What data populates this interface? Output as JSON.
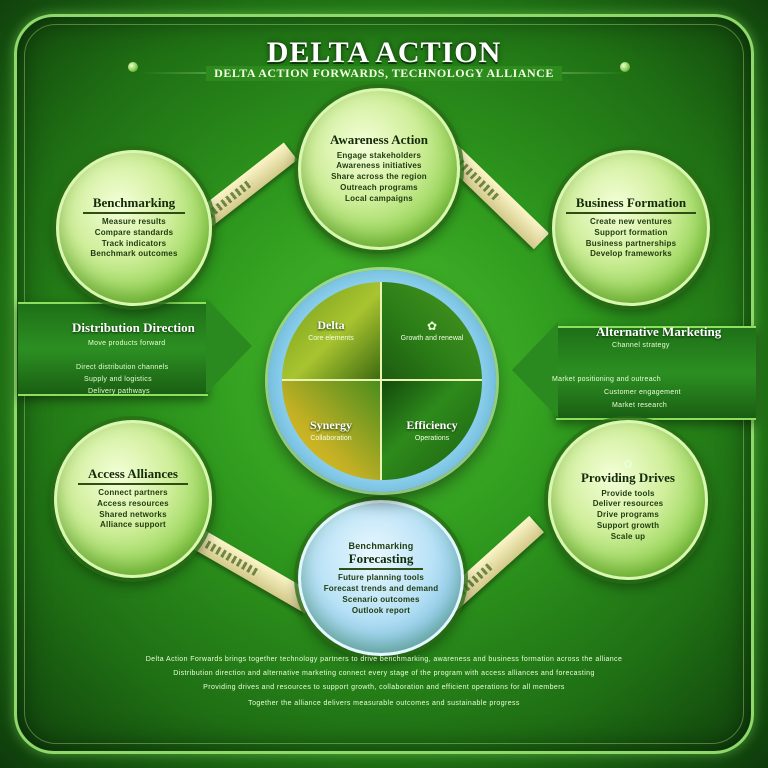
{
  "header": {
    "title": "DELTA ACTION",
    "subtitle": "DELTA ACTION FORWARDS, TECHNOLOGY ALLIANCE"
  },
  "nodes": {
    "top": {
      "title": "Awareness Action",
      "lines": [
        "Engage stakeholders",
        "Awareness initiatives",
        "Share across the region",
        "Outreach programs",
        "Local campaigns"
      ]
    },
    "top_left": {
      "title": "Benchmarking",
      "lines": [
        "Measure results",
        "Compare standards",
        "Track indicators",
        "Benchmark outcomes"
      ]
    },
    "top_right": {
      "title": "Business Formation",
      "lines": [
        "Create new ventures",
        "Support formation",
        "Business partnerships",
        "Develop frameworks"
      ]
    },
    "bottom_left": {
      "title": "Access Alliances",
      "lines": [
        "Connect partners",
        "Access resources",
        "Shared networks",
        "Alliance support"
      ]
    },
    "bottom_right": {
      "title": "Providing Drives",
      "lines": [
        "Provide tools",
        "Deliver resources",
        "Drive programs",
        "Support growth",
        "Scale up"
      ]
    },
    "bottom": {
      "title": "Benchmarking",
      "subtitle": "Forecasting",
      "lines": [
        "Future planning tools",
        "Forecast trends and demand",
        "Scenario outcomes",
        "Outlook report"
      ]
    }
  },
  "bands": {
    "left": {
      "title": "Distribution Direction",
      "lines": [
        "Move products forward",
        "Direct distribution channels",
        "Supply and logistics",
        "Delivery pathways"
      ]
    },
    "right": {
      "title": "Alternative Marketing",
      "lines": [
        "Channel strategy",
        "Market positioning and outreach",
        "Customer engagement",
        "Market research"
      ]
    }
  },
  "hub": {
    "q1": {
      "title": "Delta",
      "line": "Core elements"
    },
    "q2": {
      "title": "",
      "line": "Growth and renewal"
    },
    "q3": {
      "title": "Synergy",
      "line": "Collaboration"
    },
    "q4": {
      "title": "Efficiency",
      "line": "Operations"
    }
  },
  "footer": {
    "lines": [
      "Delta Action Forwards brings together technology partners to drive benchmarking, awareness and business formation across the alliance",
      "Distribution direction and alternative marketing connect every stage of the program with access alliances and forecasting",
      "Providing drives and resources to support growth, collaboration and efficient operations for all members",
      "Together the alliance delivers measurable outcomes and sustainable progress"
    ]
  },
  "colors": {
    "background": "#2f9a1e",
    "frame": "#8fd86a",
    "node_fill": "#cfee9a",
    "hub_ring": "#8fd2ef"
  }
}
